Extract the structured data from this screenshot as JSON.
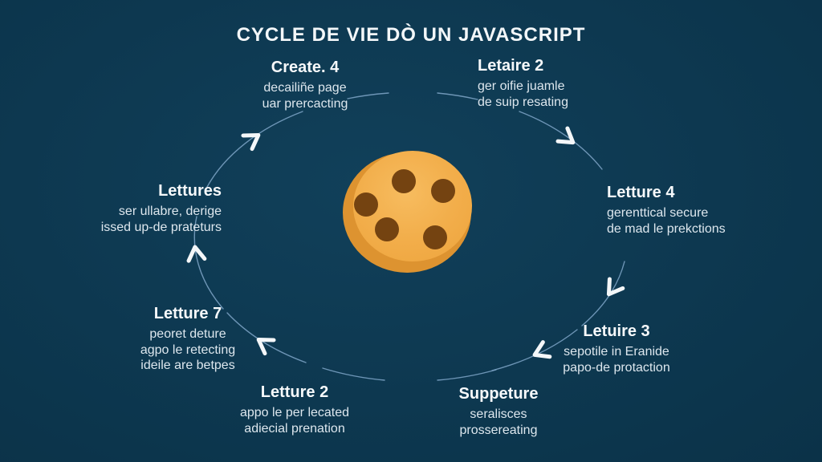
{
  "title": "CYCLE DE VIE DÒ UN JAVASCRIPT",
  "center_icon": "cookie",
  "stages": [
    {
      "id": "create",
      "heading": "Create. 4",
      "lines": [
        "decailiñe page",
        "uar prercacting"
      ]
    },
    {
      "id": "letaire",
      "heading": "Letaire 2",
      "lines": [
        "ger oifie juamle",
        "de suip resating"
      ]
    },
    {
      "id": "letture4",
      "heading": "Letture 4",
      "lines": [
        "gerenttical secure",
        "de mad le prekctions"
      ]
    },
    {
      "id": "leture3",
      "heading": "Letuire 3",
      "lines": [
        "sepotile in Eranide",
        "papo-de protaction"
      ]
    },
    {
      "id": "suppeture",
      "heading": "Suppeture",
      "lines": [
        "seralisces",
        "prossereating"
      ]
    },
    {
      "id": "letture2",
      "heading": "Letture 2",
      "lines": [
        "appo le per lecated",
        "adiecial prenation"
      ]
    },
    {
      "id": "letture7",
      "heading": "Letture 7",
      "lines": [
        "peoret deture",
        "agpo le retecting",
        "ideile are betpes"
      ]
    },
    {
      "id": "lettures",
      "heading": "Lettures",
      "lines": [
        "ser ullabre, derige",
        "issed up-de prateturs"
      ]
    }
  ],
  "colors": {
    "background": "#0d3850",
    "arc": "#7fa6c8",
    "arrowhead": "#f4f7f9",
    "heading_text": "#f6f9fb",
    "body_text": "#dde7ee",
    "cookie_body": "#f2ae4b",
    "cookie_rim": "#dd9330",
    "cookie_chip": "#744311"
  }
}
